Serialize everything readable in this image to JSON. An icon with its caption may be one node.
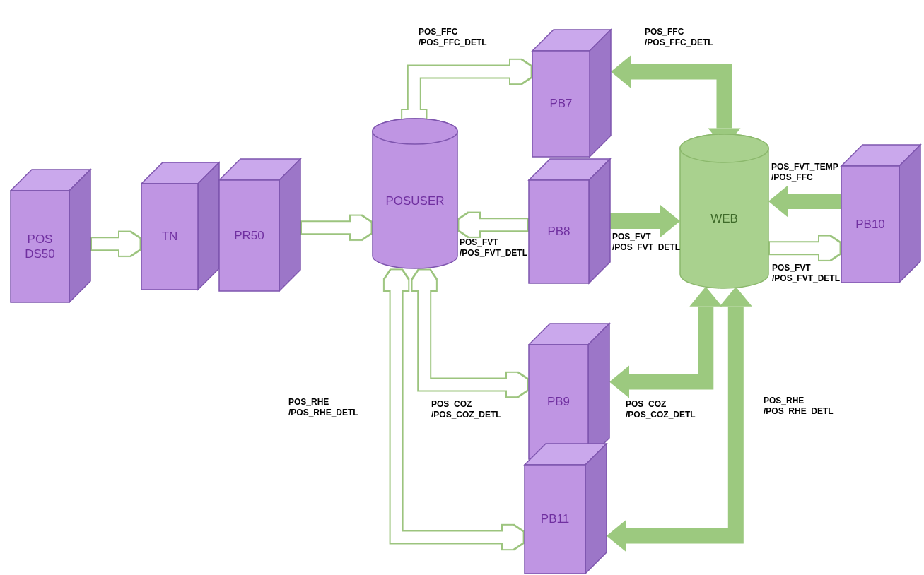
{
  "diagram": {
    "nodes": [
      {
        "text": [
          "POS DS50"
        ]
      },
      {
        "text": [
          "TN"
        ]
      },
      {
        "text": [
          "PR50"
        ]
      },
      {
        "text": [
          "POSUSER"
        ]
      },
      {
        "text": [
          "PB7"
        ]
      },
      {
        "text": [
          "PB8"
        ]
      },
      {
        "text": [
          "WEB"
        ]
      },
      {
        "text": [
          "PB10"
        ]
      },
      {
        "text": [
          "PB9"
        ]
      },
      {
        "text": [
          "PB11"
        ]
      }
    ],
    "edges": [
      {
        "from": 0,
        "to": 1,
        "arrow": "to"
      },
      {
        "from": 2,
        "to": 3,
        "arrow": "to"
      },
      {
        "from": 3,
        "to": 4,
        "arrow": "both",
        "label": "POS_FFC /POS_FFC_DETL"
      },
      {
        "from": 4,
        "to": 6,
        "arrow": "both",
        "label": "POS_FFC /POS_FFC_DETL",
        "style": "thick"
      },
      {
        "from": 5,
        "to": 3,
        "arrow": "to",
        "label": "POS_FVT /POS_FVT_DETL"
      },
      {
        "from": 5,
        "to": 6,
        "arrow": "to",
        "label": "POS_FVT /POS_FVT_DETL",
        "style": "thick"
      },
      {
        "from": 7,
        "to": 6,
        "arrow": "to",
        "label": "POS_FVT_TEMP /POS_FFC",
        "style": "thick"
      },
      {
        "from": 6,
        "to": 7,
        "arrow": "to",
        "label": "POS_FVT /POS_FVT_DETL"
      },
      {
        "from": 3,
        "to": 8,
        "arrow": "both",
        "label": "POS_COZ /POS_COZ_DETL"
      },
      {
        "from": 6,
        "to": 8,
        "arrow": "both",
        "label": "POS_COZ /POS_COZ_DETL",
        "style": "thick"
      },
      {
        "from": 3,
        "to": 9,
        "arrow": "both",
        "label": "POS_RHE /POS_RHE_DETL"
      },
      {
        "from": 6,
        "to": 9,
        "arrow": "both",
        "label": "POS_RHE /POS_RHE_DETL",
        "style": "thick"
      }
    ]
  }
}
